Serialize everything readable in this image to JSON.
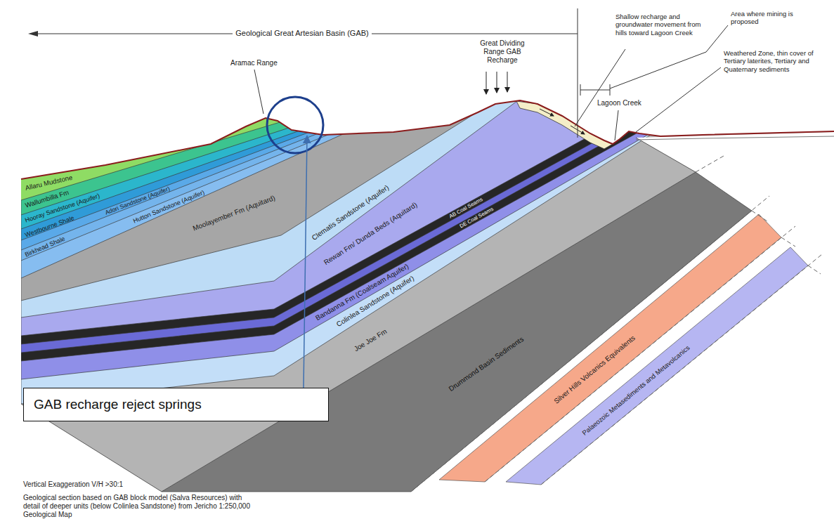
{
  "diagram": {
    "nodes": [
      {
        "text": [
          "GAB recharge reject springs"
        ]
      }
    ],
    "labels": [
      "Geological Great Artesian Basin (GAB)",
      "Aramac Range",
      "Great Dividing Range GAB Recharge",
      "Shallow recharge and groundwater movement from hills toward Lagoon Creek",
      "Area where mining is proposed",
      "Lagoon Creek",
      "Weathered Zone, thin cover of Tertiary laterites, Tertiary and Quaternary sediments",
      "Allaru Mudstone",
      "Wallumbilla Fm",
      "Hooray Sandstone (Aquifer)",
      "Westbourne Shale",
      "Adori Sandstone (Aquifer)",
      "Birkhead Shale",
      "Hutton Sandstone (Aquifer)",
      "Moolayember Fm (Aquitard)",
      "Clematis Sandstone (Aquifer)",
      "Rewan Fm/ Dunda Beds (Aquitard)",
      "AB Coal Seams",
      "DE Coal Seams",
      "Bandanna Fm (Coalseam Aquifer)",
      "Colinlea Sandstone (Aquifer)",
      "Joe Joe Fm",
      "Drummond Basin Sediments",
      "Silver Hills Volcanics Equivalents",
      "Palaeozoic Metasediments and Metavolcanics",
      "Vertical Exaggeration V/H >30:1",
      "Geological section based on GAB block model (Salva Resources) with detail of deeper units (below Colinlea Sandstone) from Jericho 1:250,000 Geological Map"
    ]
  }
}
